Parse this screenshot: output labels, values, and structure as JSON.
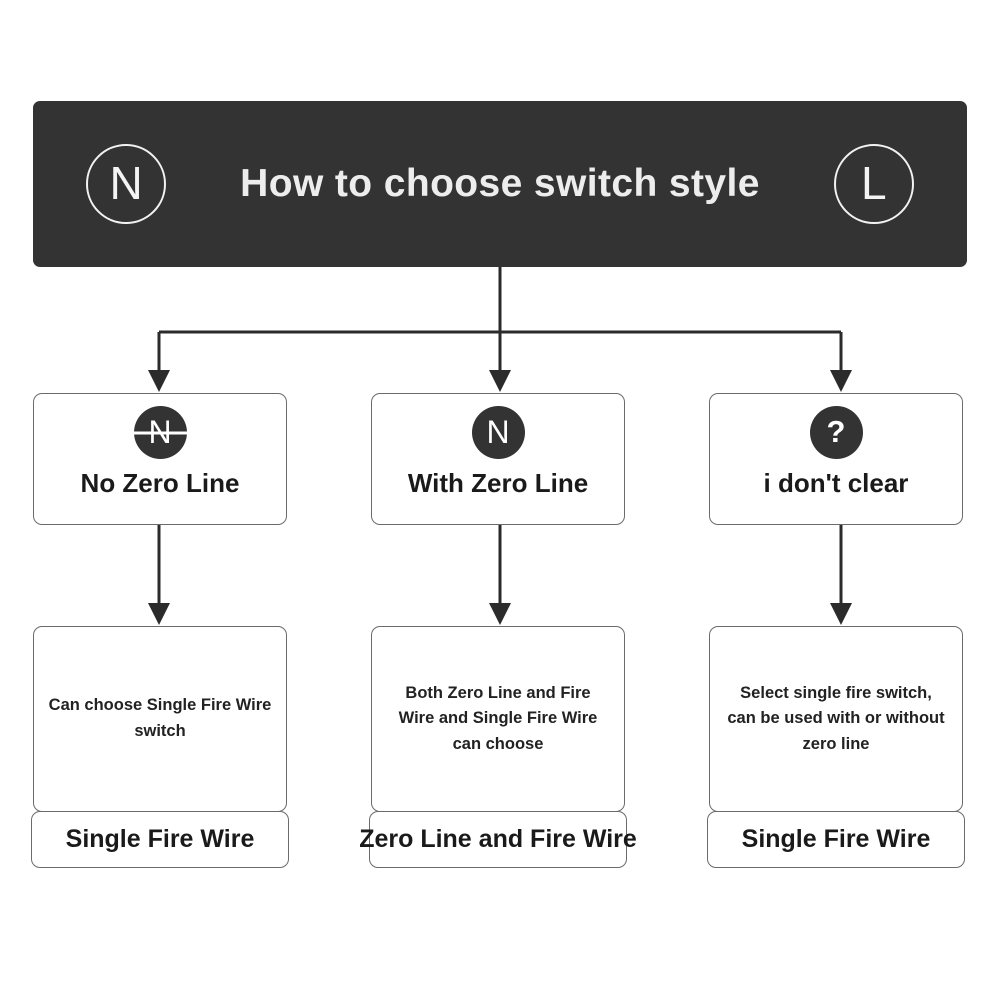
{
  "header": {
    "left_icon": "circled-n-icon",
    "left_icon_letter": "N",
    "title": "How to choose switch style",
    "right_icon": "circled-l-icon",
    "right_icon_letter": "L",
    "background_color": "#333333",
    "text_color": "#ededed"
  },
  "colors": {
    "header_bg": "#333333",
    "badge_bg": "#333333",
    "box_border": "#6b6b6b",
    "box_bg": "#ffffff",
    "connector": "#2b2b2b",
    "text": "#1a1a1a",
    "page_bg": "#ffffff"
  },
  "decisions": [
    {
      "icon": "n-struck-through-icon",
      "icon_letter": "N",
      "icon_strikethrough": true,
      "label": "No Zero Line"
    },
    {
      "icon": "n-circle-icon",
      "icon_letter": "N",
      "icon_strikethrough": false,
      "label": "With Zero Line"
    },
    {
      "icon": "question-mark-icon",
      "icon_letter": "?",
      "icon_strikethrough": false,
      "label": "i don't clear"
    }
  ],
  "outcomes": [
    {
      "body": "Can choose Single Fire Wire switch",
      "footer": "Single Fire Wire"
    },
    {
      "body": "Both Zero Line and Fire Wire and Single Fire Wire can choose",
      "footer": "Zero Line and Fire Wire"
    },
    {
      "body": "Select single fire switch, can be used with or without zero line",
      "footer": "Single Fire Wire"
    }
  ]
}
